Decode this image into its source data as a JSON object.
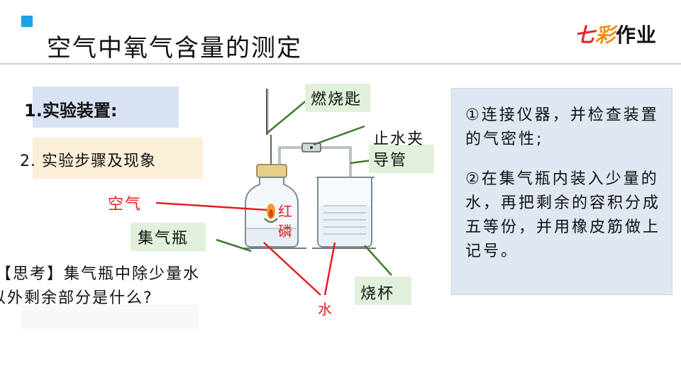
{
  "header": {
    "title": "空气中氧气含量的测定",
    "logo": {
      "part1": "七",
      "part2": "彩",
      "part3": "作业"
    }
  },
  "sections": {
    "apparatus_label": "1.实验装置:",
    "steps_label": "2. 实验步骤及现象"
  },
  "diagram": {
    "labels": {
      "spoon": "燃烧匙",
      "clamp": "止水夹",
      "tube": "导管",
      "air": "空气",
      "phosphorus_1": "红",
      "phosphorus_2": "磷",
      "bottle": "集气瓶",
      "beaker": "烧杯",
      "water": "水"
    }
  },
  "thinking": {
    "line1": "【思考】集气瓶中除少量水",
    "line2": "以外剩余部分是什么?"
  },
  "panel": {
    "step1": "①连接仪器，并检查装置的气密性;",
    "step2": "②在集气瓶内装入少量的水，再把剩余的容积分成五等份，并用橡皮筋做上记号。"
  },
  "colors": {
    "accent_blue": "#1aa3e8",
    "label_red": "#e31e24",
    "panel_bg": "#dfe7f2",
    "leader_green": "#3f7a2e"
  }
}
